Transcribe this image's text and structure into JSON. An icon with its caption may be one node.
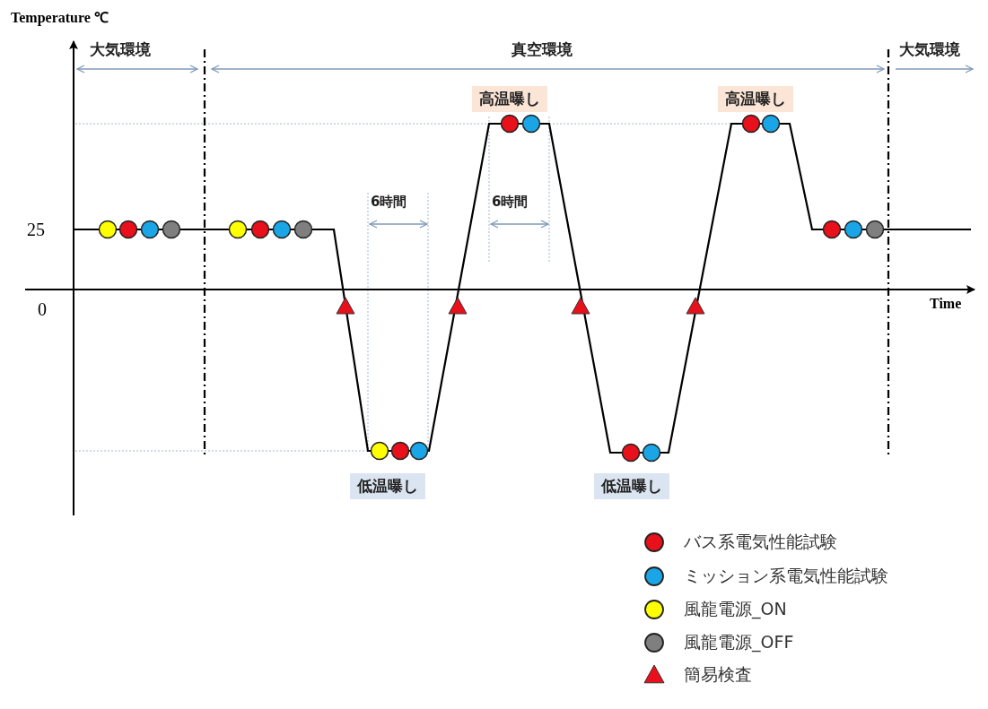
{
  "diagram": {
    "labels": [
      "Temperature ℃",
      "大気環境",
      "真空環境",
      "大気環境",
      "高温曝し",
      "高温曝し",
      "6時間",
      "6時間",
      "25",
      "0",
      "Time",
      "低温曝し",
      "低温曝し"
    ],
    "legend": [
      {
        "text": "バス系電気性能試験",
        "color": "#e8101a"
      },
      {
        "text": "ミッション系電気性能試験",
        "color": "#1aa6e6"
      },
      {
        "text": "風龍電源_ON",
        "color": "#ffff00"
      },
      {
        "text": "風龍電源_OFF",
        "color": "#7f7f7f"
      },
      {
        "text": "簡易検査",
        "color": "#e8101a"
      }
    ]
  }
}
